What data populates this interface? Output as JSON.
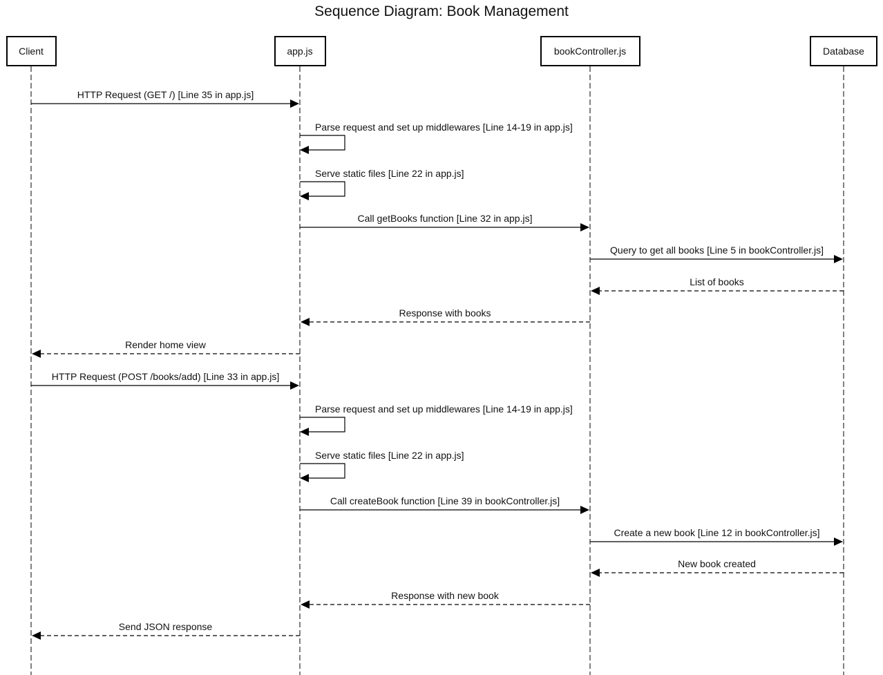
{
  "title": "Sequence Diagram: Book Management",
  "participants": [
    {
      "id": "client",
      "label": "Client"
    },
    {
      "id": "app",
      "label": "app.js"
    },
    {
      "id": "controller",
      "label": "bookController.js"
    },
    {
      "id": "db",
      "label": "Database"
    }
  ],
  "messages": [
    {
      "from": "client",
      "to": "app",
      "kind": "sync",
      "label": "HTTP Request (GET /) [Line 35 in app.js]"
    },
    {
      "from": "app",
      "to": "app",
      "kind": "self",
      "label": "Parse request and set up middlewares [Line 14-19 in app.js]"
    },
    {
      "from": "app",
      "to": "app",
      "kind": "self",
      "label": "Serve static files [Line 22 in app.js]"
    },
    {
      "from": "app",
      "to": "controller",
      "kind": "sync",
      "label": "Call getBooks function [Line 32 in app.js]"
    },
    {
      "from": "controller",
      "to": "db",
      "kind": "sync",
      "label": "Query to get all books [Line 5 in bookController.js]"
    },
    {
      "from": "db",
      "to": "controller",
      "kind": "return",
      "label": "List of books"
    },
    {
      "from": "controller",
      "to": "app",
      "kind": "return",
      "label": "Response with books"
    },
    {
      "from": "app",
      "to": "client",
      "kind": "return",
      "label": "Render home view"
    },
    {
      "from": "client",
      "to": "app",
      "kind": "sync",
      "label": "HTTP Request (POST /books/add) [Line 33 in app.js]"
    },
    {
      "from": "app",
      "to": "app",
      "kind": "self",
      "label": "Parse request and set up middlewares [Line 14-19 in app.js]"
    },
    {
      "from": "app",
      "to": "app",
      "kind": "self",
      "label": "Serve static files [Line 22 in app.js]"
    },
    {
      "from": "app",
      "to": "controller",
      "kind": "sync",
      "label": "Call createBook function [Line 39 in bookController.js]"
    },
    {
      "from": "controller",
      "to": "db",
      "kind": "sync",
      "label": "Create a new book [Line 12 in bookController.js]"
    },
    {
      "from": "db",
      "to": "controller",
      "kind": "return",
      "label": "New book created"
    },
    {
      "from": "controller",
      "to": "app",
      "kind": "return",
      "label": "Response with new book"
    },
    {
      "from": "app",
      "to": "client",
      "kind": "return",
      "label": "Send JSON response"
    }
  ]
}
